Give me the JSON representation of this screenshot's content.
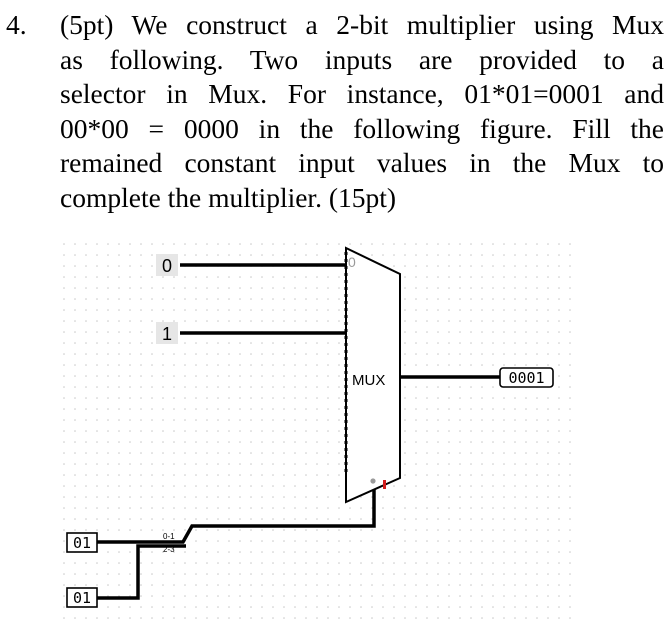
{
  "question": {
    "number": "4.",
    "lines": [
      "(5pt) We construct a 2-bit multiplier using Mux",
      "as following. Two inputs are provided to a",
      "selector in Mux. For instance, 01*01=0001 and",
      "00*00 = 0000 in the following figure. Fill the",
      "remained constant input values in the Mux to",
      "complete the multiplier. (15pt)"
    ]
  },
  "circuit": {
    "const_inputs": [
      {
        "value": "0"
      },
      {
        "value": "1"
      }
    ],
    "mux": {
      "label": "MUX",
      "first_port_label": "0"
    },
    "output": {
      "value": "0001"
    },
    "inputs": [
      {
        "value": "01"
      },
      {
        "value": "01"
      }
    ],
    "splitter": {
      "upper_label": "0-1",
      "lower_label": "2-3"
    },
    "colors": {
      "wire": "#000000",
      "grid_dot": "#c8c8c8",
      "select_pin": "#d21e1e",
      "const_box": "#e6e6e6"
    }
  }
}
